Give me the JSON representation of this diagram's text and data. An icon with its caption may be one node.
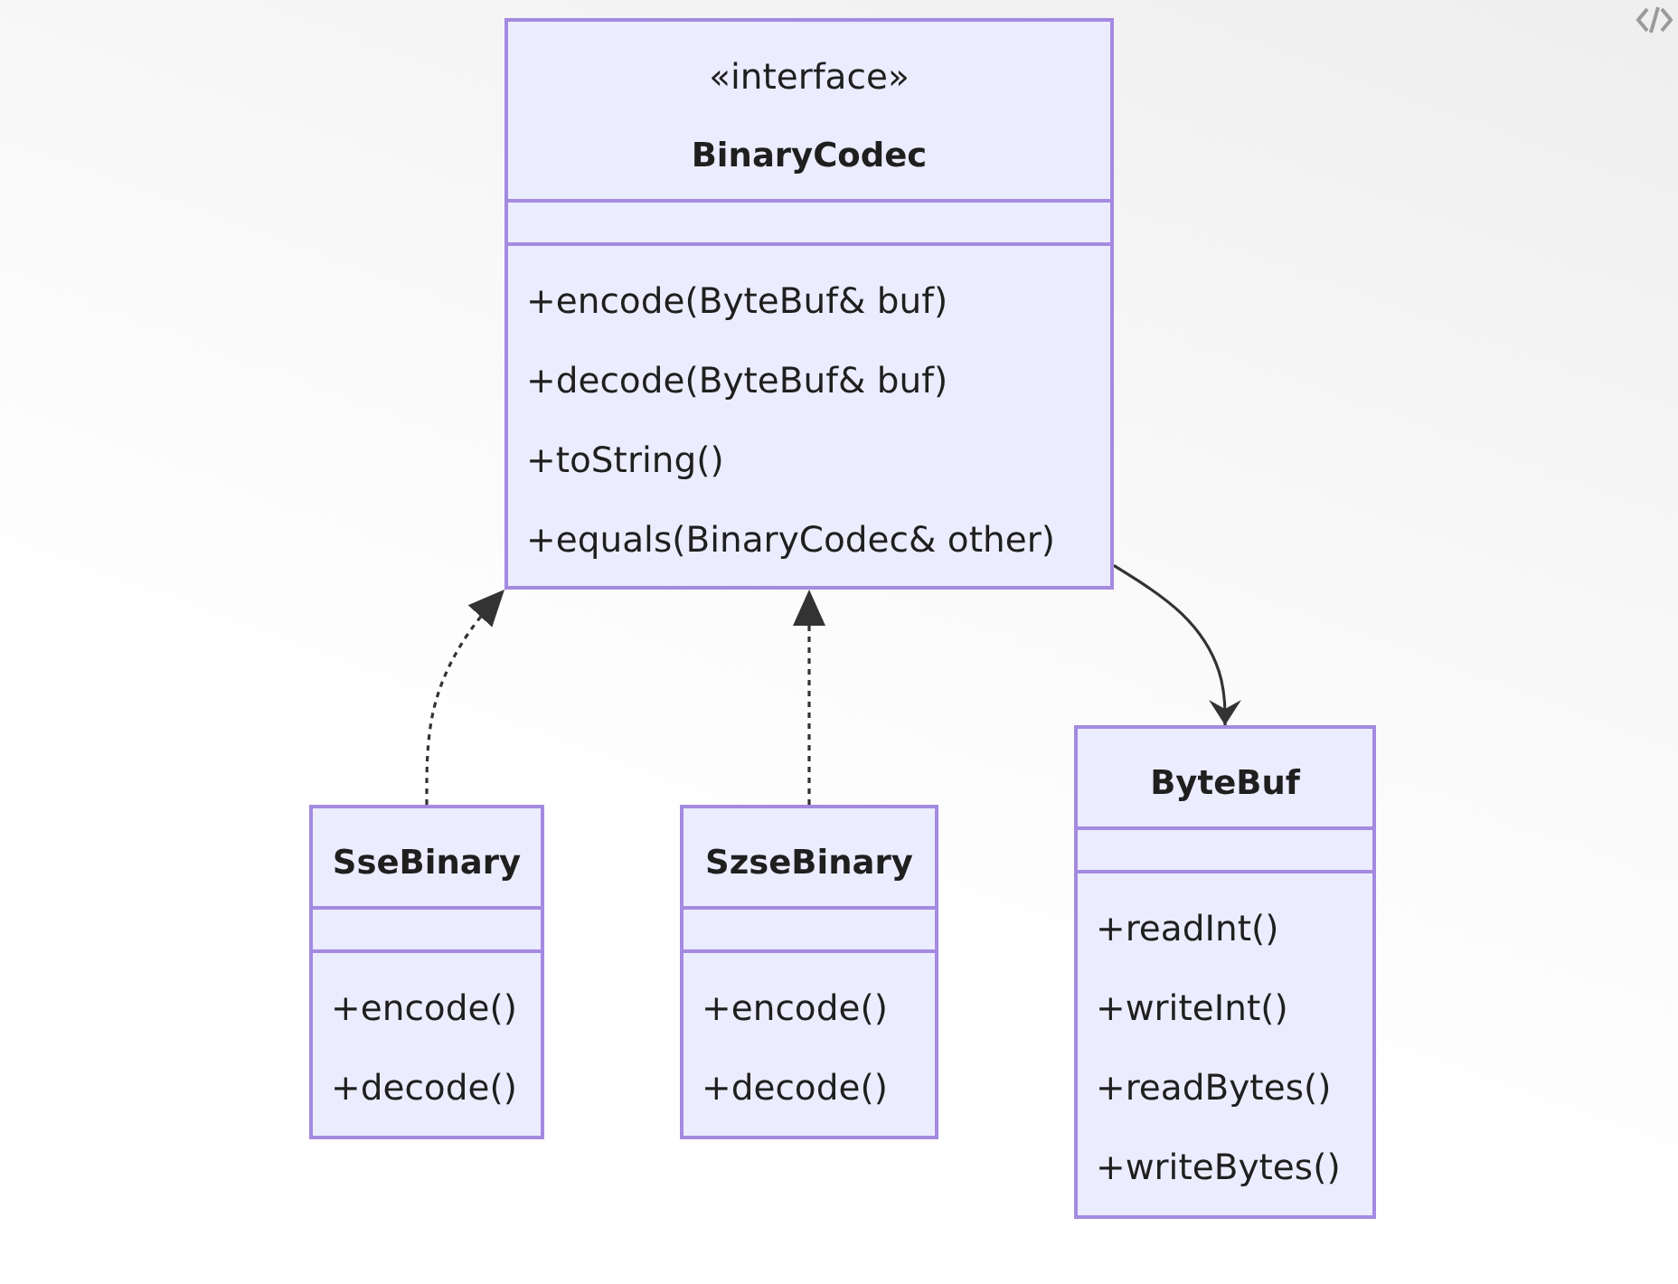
{
  "diagram": {
    "nodes": [
      {
        "text": [
          "«interface»",
          "BinaryCodec",
          "+encode(ByteBuf& buf)",
          "+decode(ByteBuf& buf)",
          "+toString()",
          "+equals(BinaryCodec& other)"
        ]
      },
      {
        "text": [
          "SseBinary",
          "+encode()",
          "+decode()"
        ]
      },
      {
        "text": [
          "SzseBinary",
          "+encode()",
          "+decode()"
        ]
      },
      {
        "text": [
          "ByteBuf",
          "+readInt()",
          "+writeInt()",
          "+readBytes()",
          "+writeBytes()"
        ]
      }
    ],
    "edges": [
      {
        "from": 1,
        "to": 0,
        "arrow": "to",
        "style": "dashed"
      },
      {
        "from": 2,
        "to": 0,
        "arrow": "to",
        "style": "dashed"
      },
      {
        "from": 0,
        "to": 3,
        "arrow": "to"
      }
    ]
  }
}
